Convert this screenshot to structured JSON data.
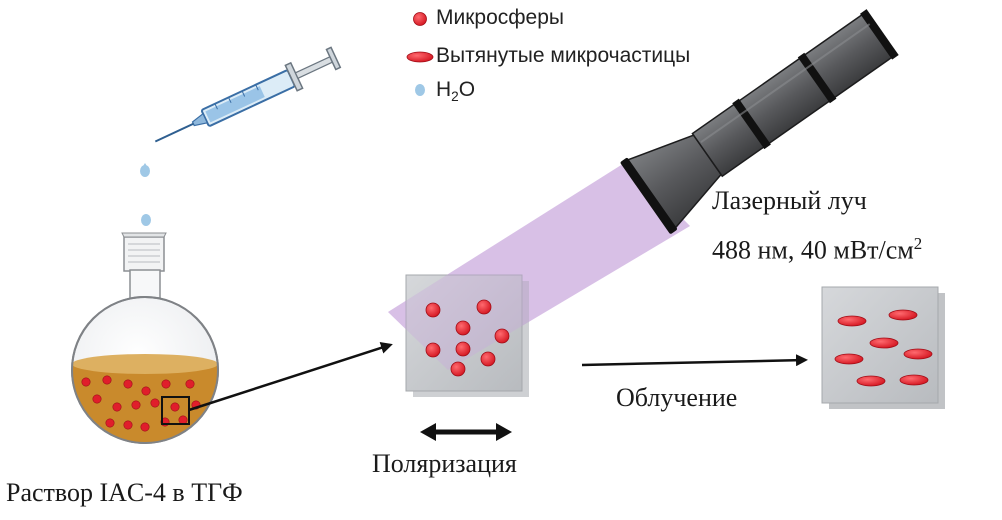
{
  "legend": {
    "microspheres": "Микросферы",
    "elongated": "Вытянутые микрочастицы",
    "water_prefix": "H",
    "water_sub": "2",
    "water_suffix": "O"
  },
  "labels": {
    "solution": "Раствор IAC-4 в ТГФ",
    "polarization": "Поляризация",
    "irradiation": "Облучение",
    "laser_line1": "Лазерный луч",
    "laser_line2": "488 нм, 40 мВт/см",
    "laser_sup": "2"
  },
  "colors": {
    "particle_red": "#e01e2b",
    "solution_amber": "#c98a2c",
    "beam_violet": "#c9a6dc",
    "sample_gray": "#c9ccd0",
    "laser_body": "#5e6063",
    "droplet_blue": "#9fc8e6"
  },
  "icons": {
    "syringe": "syringe-icon",
    "flask": "round-bottom-flask-icon",
    "laser": "laser-emitter-icon",
    "polarization": "double-headed-arrow-icon"
  }
}
